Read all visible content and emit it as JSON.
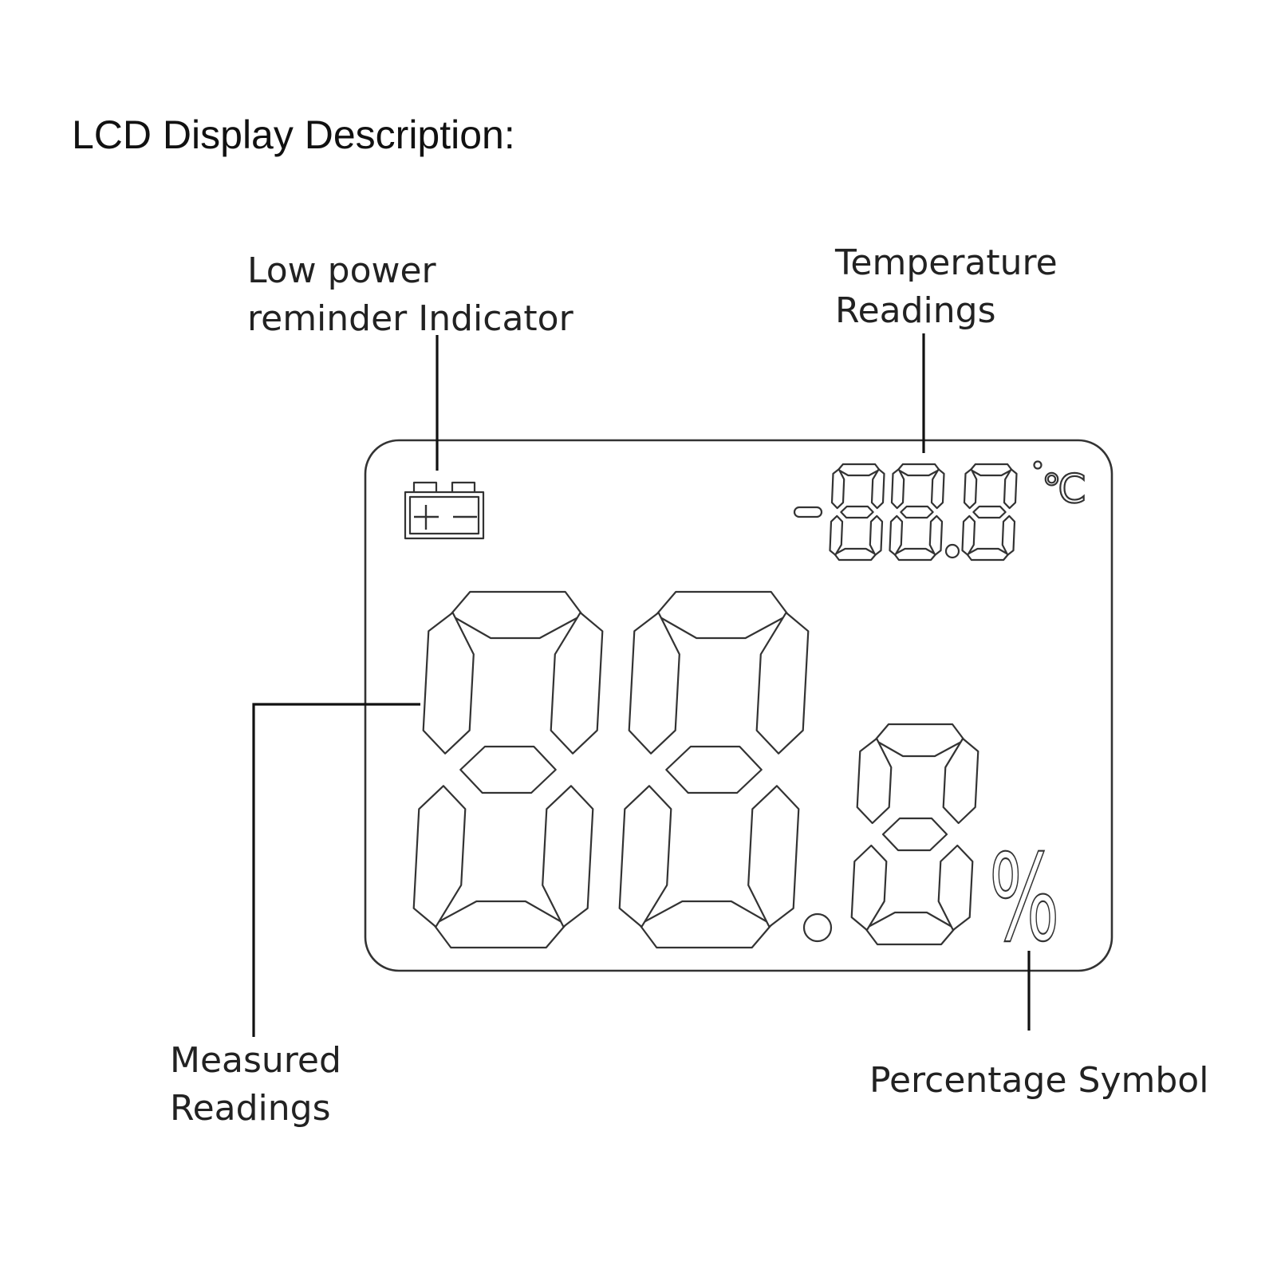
{
  "heading": "LCD Display Description:",
  "labels": {
    "low_power": [
      "Low power",
      "reminder Indicator"
    ],
    "temperature": [
      "Temperature",
      "Readings"
    ],
    "measured": [
      "Measured",
      "Readings"
    ],
    "percentage": "Percentage Symbol"
  },
  "lcd": {
    "temperature_display": "-88.8",
    "temperature_unit": "℃",
    "main_display": "88.8",
    "percent_sign": "%",
    "battery_icon": "battery-icon"
  }
}
